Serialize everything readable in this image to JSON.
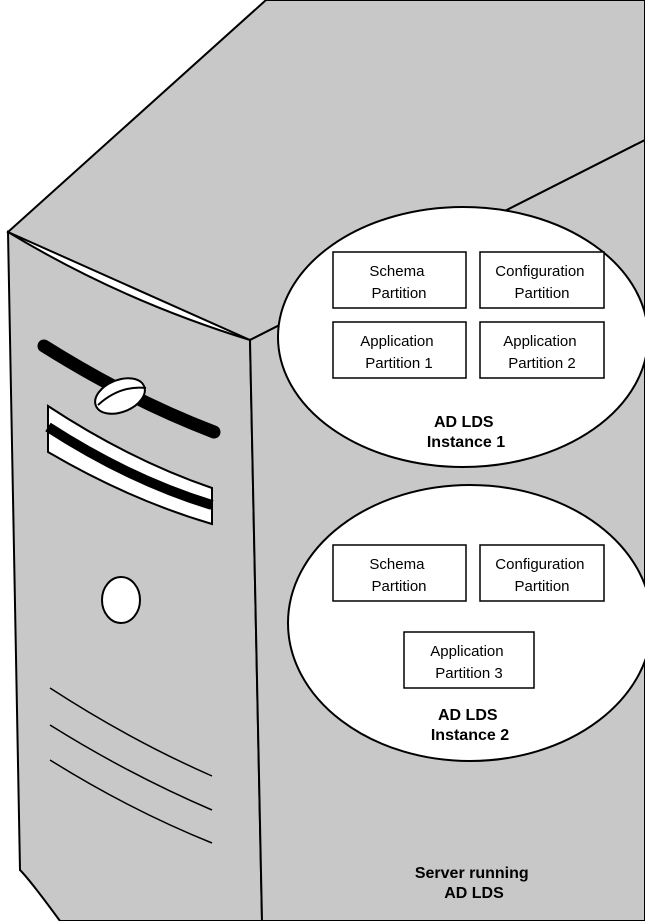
{
  "instance1": {
    "label_line1": "AD LDS",
    "label_line2": "Instance 1",
    "schema": [
      "Schema",
      "Partition"
    ],
    "configuration": [
      "Configuration",
      "Partition"
    ],
    "app1": [
      "Application",
      "Partition 1"
    ],
    "app2": [
      "Application",
      "Partition 2"
    ]
  },
  "instance2": {
    "label_line1": "AD LDS",
    "label_line2": "Instance 2",
    "schema": [
      "Schema",
      "Partition"
    ],
    "configuration": [
      "Configuration",
      "Partition"
    ],
    "app3": [
      "Application",
      "Partition 3"
    ]
  },
  "server": {
    "label_line1": "Server running",
    "label_line2": "AD LDS"
  },
  "colors": {
    "case": "#c8c8c8",
    "outline": "#000000",
    "bubble": "#ffffff"
  }
}
